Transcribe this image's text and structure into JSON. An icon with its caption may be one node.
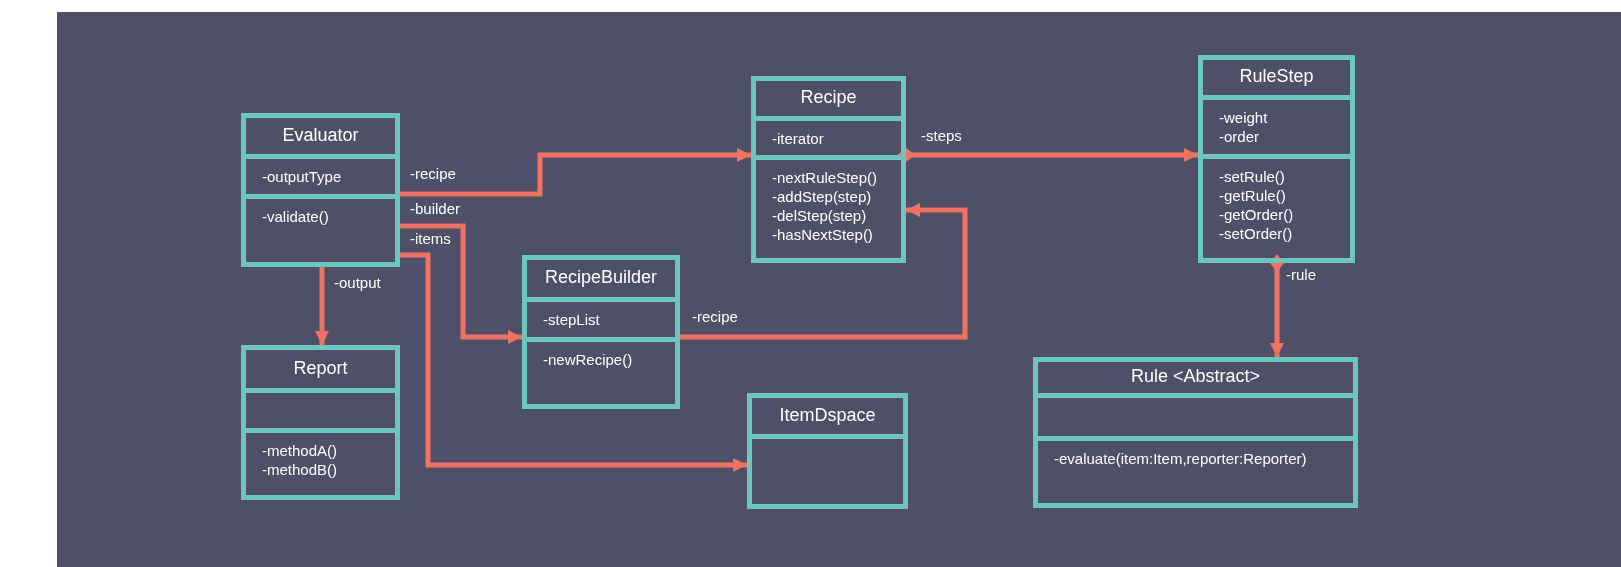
{
  "diagram": {
    "nodes": [
      {
        "text": [
          "Evaluator"
        ]
      },
      {
        "text": [
          "-outputType"
        ],
        "in": 0
      },
      {
        "text": [
          "-validate()"
        ],
        "in": 0
      },
      {
        "text": [
          "Recipe"
        ]
      },
      {
        "text": [
          "-iterator"
        ],
        "in": 3
      },
      {
        "text": [
          "-nextRuleStep()",
          "-addStep(step)",
          "-delStep(step)",
          "-hasNextStep()"
        ],
        "in": 3
      },
      {
        "text": [
          "RuleStep"
        ]
      },
      {
        "text": [
          "-weight",
          "-order"
        ],
        "in": 6
      },
      {
        "text": [
          "-setRule()",
          "-getRule()",
          "-getOrder()",
          "-setOrder()"
        ],
        "in": 6
      },
      {
        "text": [
          "RecipeBuilder"
        ]
      },
      {
        "text": [
          "-stepList"
        ],
        "in": 9
      },
      {
        "text": [
          "-newRecipe()"
        ],
        "in": 9
      },
      {
        "text": [
          "Report"
        ]
      },
      {
        "text": [],
        "shape": "box",
        "in": 12
      },
      {
        "text": [
          "-methodA()",
          "-methodB()"
        ],
        "in": 12
      },
      {
        "text": [
          "ItemDspace"
        ]
      },
      {
        "text": [],
        "shape": "box",
        "in": 15
      },
      {
        "text": [
          "Rule <Abstract>"
        ]
      },
      {
        "text": [],
        "shape": "box",
        "in": 17
      },
      {
        "text": [
          "-evaluate(item:Item,reporter:Reporter)"
        ],
        "in": 17
      }
    ],
    "edges": [
      {
        "from": 0,
        "to": 3,
        "arrow": "to",
        "label": "-recipe"
      },
      {
        "from": 0,
        "to": 9,
        "arrow": "to",
        "label": "-builder"
      },
      {
        "from": 0,
        "to": 15,
        "arrow": "to",
        "label": "-items"
      },
      {
        "from": 0,
        "to": 12,
        "arrow": "to",
        "label": "-output"
      },
      {
        "from": 9,
        "to": 3,
        "arrow": "to",
        "label": "-recipe"
      },
      {
        "from": 3,
        "to": 6,
        "arrow": "to",
        "label": "-steps"
      },
      {
        "from": 6,
        "to": 17,
        "arrow": "to",
        "label": "-rule"
      }
    ]
  }
}
